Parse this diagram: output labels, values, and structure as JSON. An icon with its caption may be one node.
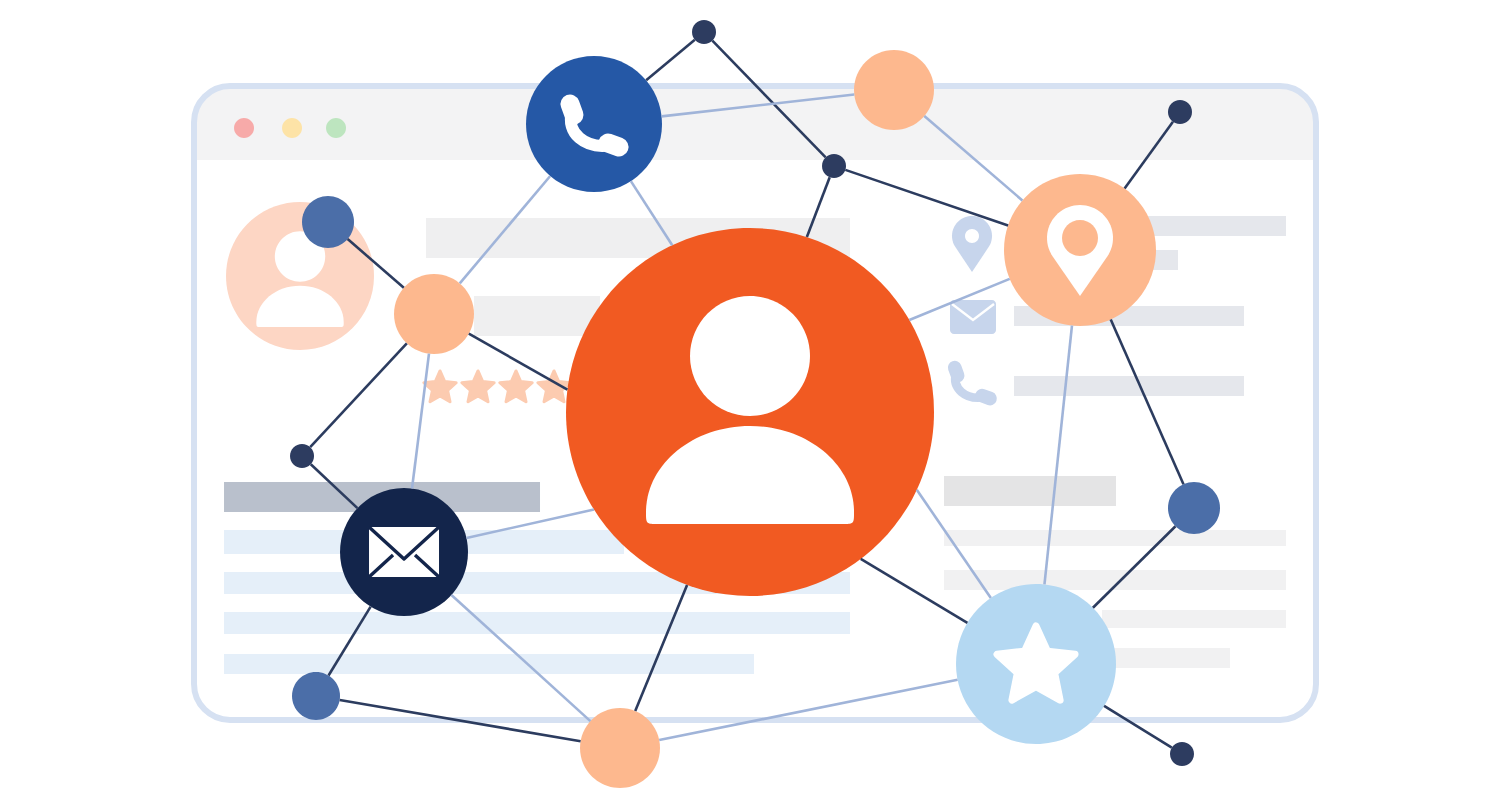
{
  "diagram": {
    "nodes": [
      {
        "text": [],
        "shape": "circle"
      },
      {
        "text": [],
        "shape": "circle"
      },
      {
        "text": [],
        "shape": "circle"
      },
      {
        "text": [],
        "shape": "picture"
      },
      {
        "text": [],
        "shape": "circle"
      },
      {
        "text": [],
        "shape": "circle"
      },
      {
        "text": [],
        "shape": "picture"
      },
      {
        "text": [],
        "shape": "circle"
      },
      {
        "text": [],
        "shape": "person"
      },
      {
        "text": [],
        "shape": "circle"
      },
      {
        "text": [],
        "shape": "circle"
      },
      {
        "text": [],
        "shape": "picture"
      },
      {
        "text": [],
        "shape": "picture"
      },
      {
        "text": [],
        "shape": "circle"
      },
      {
        "text": [],
        "shape": "circle"
      },
      {
        "text": [],
        "shape": "circle"
      }
    ],
    "edges": [
      {
        "from": 3,
        "to": 0,
        "arrow": "none"
      },
      {
        "from": 0,
        "to": 4,
        "arrow": "none"
      },
      {
        "from": 3,
        "to": 1,
        "arrow": "none",
        "color": "#a0b4d9"
      },
      {
        "from": 1,
        "to": 6,
        "arrow": "none",
        "color": "#a0b4d9"
      },
      {
        "from": 4,
        "to": 6,
        "arrow": "none"
      },
      {
        "from": 4,
        "to": 8,
        "arrow": "none"
      },
      {
        "from": 6,
        "to": 2,
        "arrow": "none"
      },
      {
        "from": 3,
        "to": 8,
        "arrow": "none",
        "color": "#a0b4d9"
      },
      {
        "from": 3,
        "to": 7,
        "arrow": "none",
        "color": "#a0b4d9"
      },
      {
        "from": 5,
        "to": 7,
        "arrow": "none"
      },
      {
        "from": 6,
        "to": 8,
        "arrow": "none",
        "color": "#a0b4d9"
      },
      {
        "from": 6,
        "to": 12,
        "arrow": "none",
        "color": "#a0b4d9"
      },
      {
        "from": 6,
        "to": 10,
        "arrow": "none"
      },
      {
        "from": 7,
        "to": 9,
        "arrow": "none"
      },
      {
        "from": 7,
        "to": 11,
        "arrow": "none",
        "color": "#a0b4d9"
      },
      {
        "from": 7,
        "to": 8,
        "arrow": "none"
      },
      {
        "from": 9,
        "to": 11,
        "arrow": "none"
      },
      {
        "from": 11,
        "to": 8,
        "arrow": "none",
        "color": "#a0b4d9"
      },
      {
        "from": 11,
        "to": 13,
        "arrow": "none"
      },
      {
        "from": 11,
        "to": 14,
        "arrow": "none",
        "color": "#a0b4d9"
      },
      {
        "from": 10,
        "to": 12,
        "arrow": "none"
      },
      {
        "from": 13,
        "to": 14,
        "arrow": "none"
      },
      {
        "from": 14,
        "to": 8,
        "arrow": "none"
      },
      {
        "from": 14,
        "to": 12,
        "arrow": "none",
        "color": "#a0b4d9"
      },
      {
        "from": 12,
        "to": 8,
        "arrow": "none",
        "color": "#a0b4d9"
      },
      {
        "from": 12,
        "to": 8,
        "arrow": "none"
      },
      {
        "from": 12,
        "to": 15,
        "arrow": "none"
      }
    ]
  }
}
